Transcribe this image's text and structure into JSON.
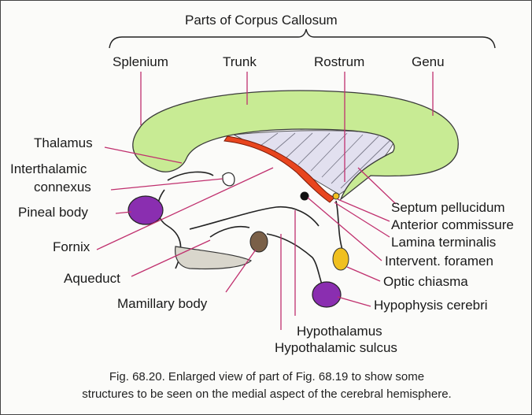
{
  "header": "Parts of Corpus Callosum",
  "labels": {
    "splenium": "Splenium",
    "trunk": "Trunk",
    "rostrum": "Rostrum",
    "genu": "Genu",
    "thalamus": "Thalamus",
    "interthalamic_1": "Interthalamic",
    "interthalamic_2": "connexus",
    "pineal_body": "Pineal body",
    "fornix": "Fornix",
    "aqueduct": "Aqueduct",
    "mamillary_body": "Mamillary body",
    "septum_pellucidum": "Septum pellucidum",
    "anterior_commissure": "Anterior commissure",
    "lamina_terminalis": "Lamina terminalis",
    "intervent_foramen": "Intervent. foramen",
    "optic_chiasma": "Optic chiasma",
    "hypophysis_cerebri": "Hypophysis cerebri",
    "hypothalamus": "Hypothalamus",
    "hypothalamic_sulcus": "Hypothalamic sulcus"
  },
  "caption": {
    "line1": "Fig. 68.20. Enlarged view of part of Fig. 68.19 to show some",
    "line2": "structures to be seen on the medial aspect of the cerebral hemisphere."
  },
  "colors": {
    "corpus_callosum": "#c8eb94",
    "fornix": "#e8451e",
    "septum": "#e2e0ef",
    "leader": "#c0306e",
    "pineal": "#8a2eb0",
    "hypophysis": "#8a2eb0",
    "optic_chiasma": "#f0c020",
    "mamillary": "#7a6048"
  }
}
